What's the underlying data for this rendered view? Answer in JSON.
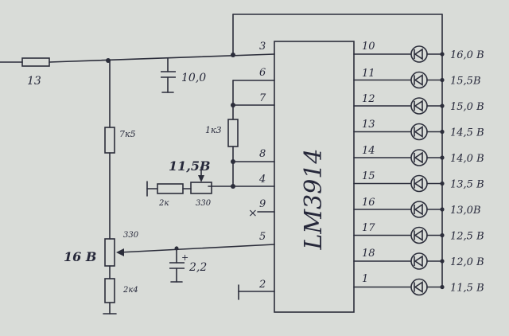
{
  "ic": {
    "name": "LM3914",
    "pins": {
      "p3": "3",
      "p6": "6",
      "p7": "7",
      "p8": "8",
      "p4": "4",
      "p9": "9",
      "p5": "5",
      "p2": "2",
      "p10": "10",
      "p11": "11",
      "p12": "12",
      "p13": "13",
      "p14": "14",
      "p15": "15",
      "p16": "16",
      "p17": "17",
      "p18": "18",
      "p1": "1"
    }
  },
  "leds": [
    {
      "voltage": "16,0 B"
    },
    {
      "voltage": "15,5B"
    },
    {
      "voltage": "15,0 B"
    },
    {
      "voltage": "14,5 B"
    },
    {
      "voltage": "14,0 B"
    },
    {
      "voltage": "13,5 B"
    },
    {
      "voltage": "13,0B"
    },
    {
      "voltage": "12,5 B"
    },
    {
      "voltage": "12,0 B"
    },
    {
      "voltage": "11,5 B"
    }
  ],
  "components": {
    "fuse": "13",
    "cap_top": "10,0",
    "r_top": "7к5",
    "r_1k3": "1к3",
    "pot_ref_label": "11,5B",
    "r_2k": "2к",
    "pot_330_ref": "330",
    "pot_330_main": "330",
    "pot_main_label": "16 B",
    "r_bottom": "2к4",
    "cap_bottom": "2,2",
    "cap_plus": "+",
    "nc_mark": "×"
  },
  "colors": {
    "paper": "#d9dcd8",
    "ink": "#2b2d3a"
  }
}
